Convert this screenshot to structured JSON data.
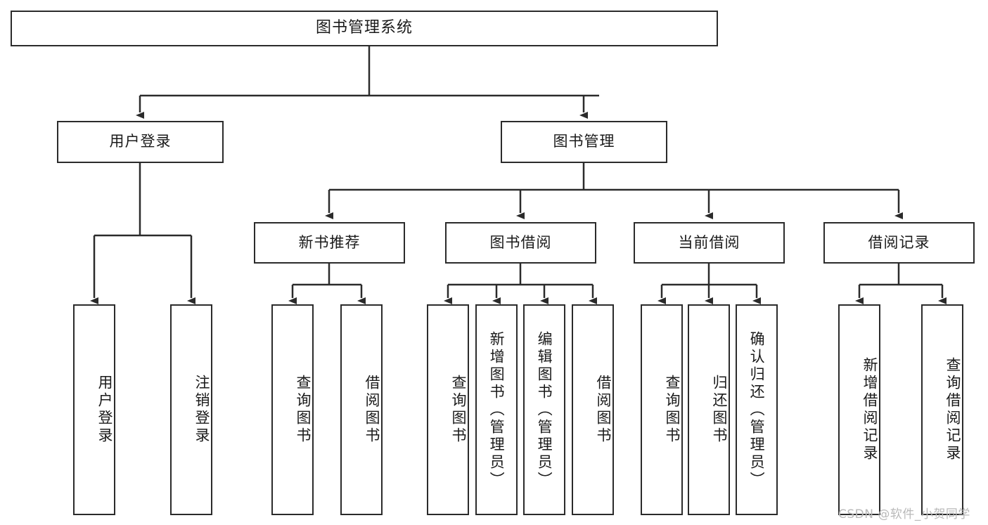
{
  "diagram": {
    "title": "图书管理系统",
    "type": "功能结构图",
    "levels": {
      "root": {
        "label": "图书管理系统"
      },
      "level2": [
        {
          "id": "user-login",
          "label": "用户登录"
        },
        {
          "id": "book-management",
          "label": "图书管理"
        }
      ],
      "level3": [
        {
          "id": "new-book-recommend",
          "label": "新书推荐",
          "parent": "book-management"
        },
        {
          "id": "book-borrow",
          "label": "图书借阅",
          "parent": "book-management"
        },
        {
          "id": "current-borrow",
          "label": "当前借阅",
          "parent": "book-management"
        },
        {
          "id": "borrow-record",
          "label": "借阅记录",
          "parent": "book-management"
        }
      ],
      "leaves": [
        {
          "id": "leaf-user-login",
          "label": "用户登录",
          "parent": "user-login"
        },
        {
          "id": "leaf-logout-login",
          "label": "注销登录",
          "parent": "user-login"
        },
        {
          "id": "leaf-query-book-1",
          "label": "查询图书",
          "parent": "new-book-recommend"
        },
        {
          "id": "leaf-borrow-book-1",
          "label": "借阅图书",
          "parent": "new-book-recommend"
        },
        {
          "id": "leaf-query-book-2",
          "label": "查询图书",
          "parent": "book-borrow"
        },
        {
          "id": "leaf-add-book",
          "label": "新增图书（管理员）",
          "parent": "book-borrow"
        },
        {
          "id": "leaf-edit-book",
          "label": "编辑图书（管理员）",
          "parent": "book-borrow"
        },
        {
          "id": "leaf-borrow-book-2",
          "label": "借阅图书",
          "parent": "book-borrow"
        },
        {
          "id": "leaf-query-book-3",
          "label": "查询图书",
          "parent": "current-borrow"
        },
        {
          "id": "leaf-return-book",
          "label": "归还图书",
          "parent": "current-borrow"
        },
        {
          "id": "leaf-confirm-return",
          "label": "确认归还（管理员）",
          "parent": "current-borrow"
        },
        {
          "id": "leaf-add-record",
          "label": "新增借阅记录",
          "parent": "borrow-record"
        },
        {
          "id": "leaf-query-record",
          "label": "查询借阅记录",
          "parent": "borrow-record"
        }
      ]
    },
    "watermark": "CSDN @软件_小贺同学",
    "colors": {
      "stroke": "#2b2b2b",
      "background": "#ffffff",
      "text": "#1a1a1a",
      "watermark": "#b9b9b9"
    }
  }
}
